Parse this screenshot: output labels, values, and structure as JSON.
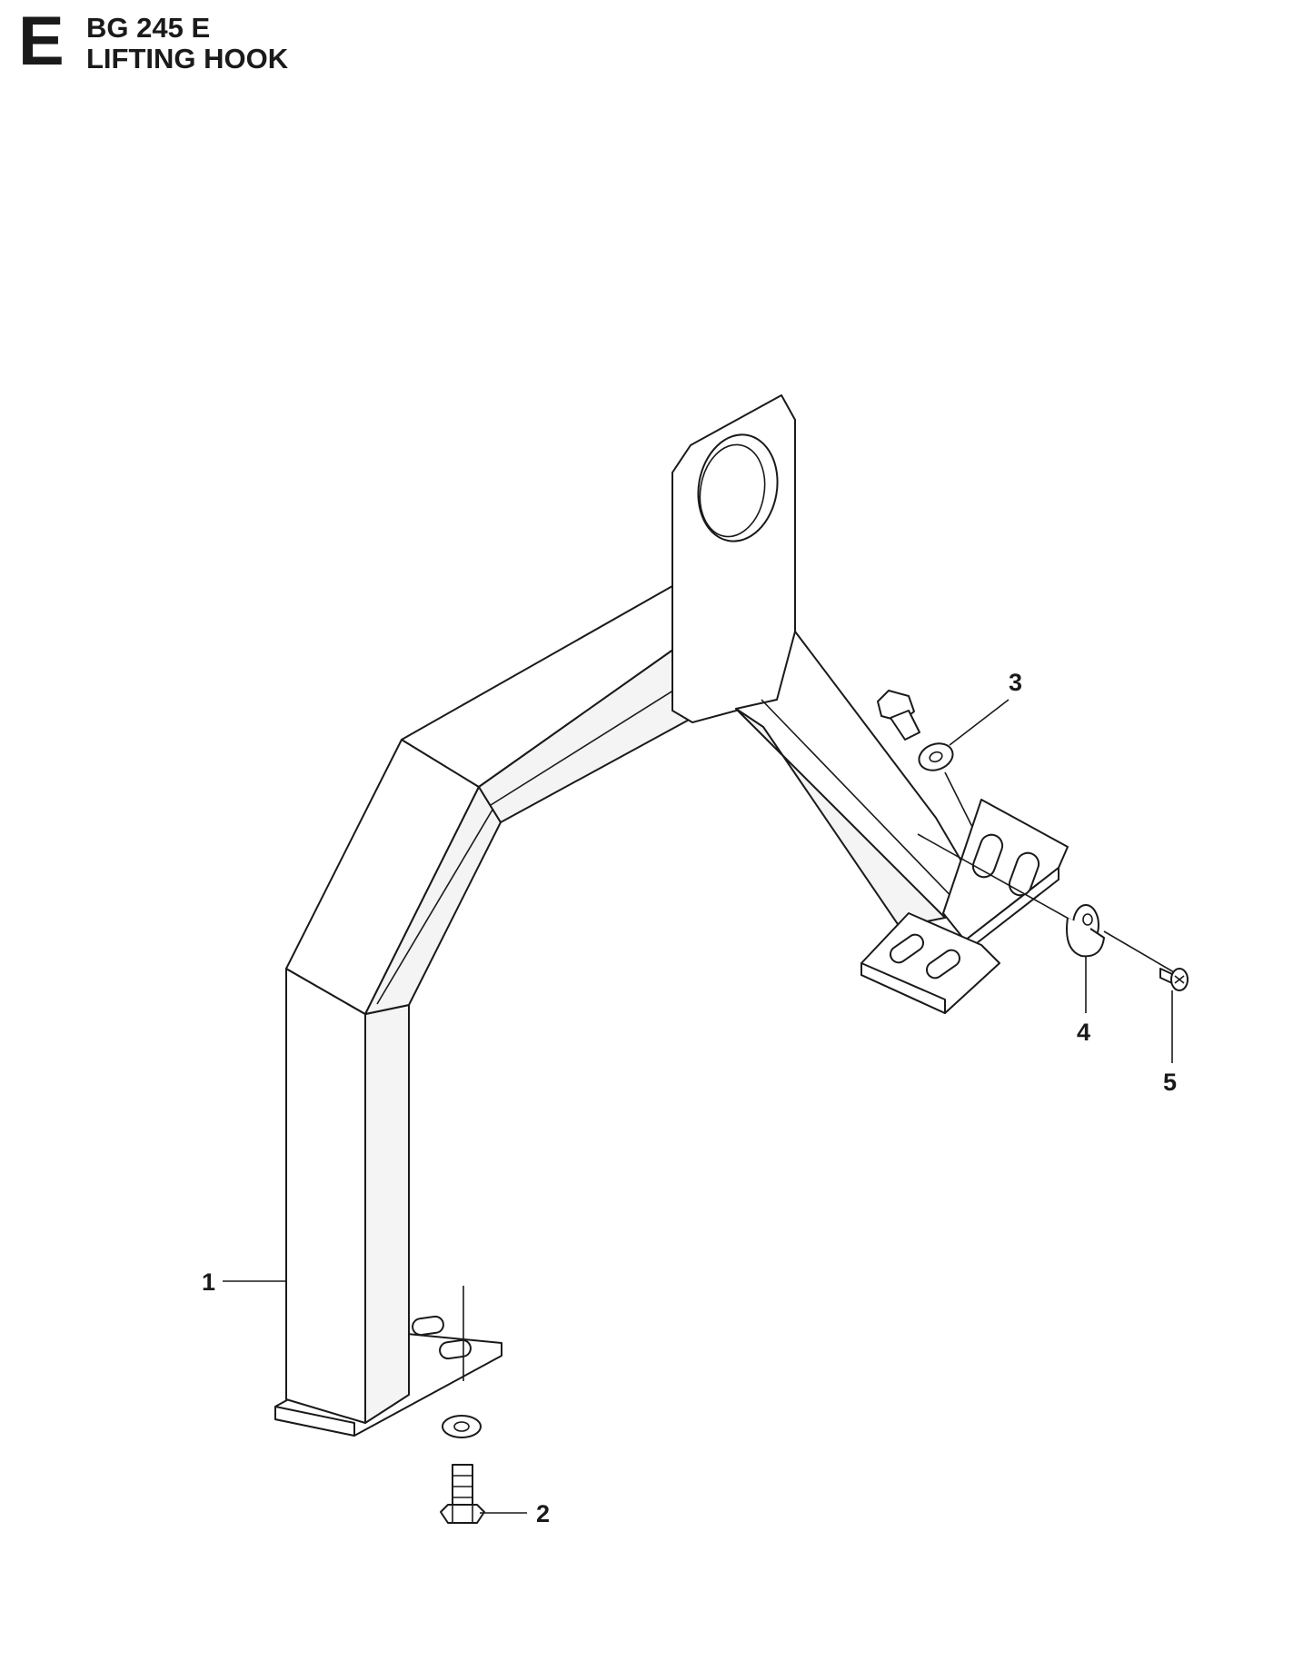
{
  "header": {
    "section_letter": "E",
    "model": "BG 245 E",
    "title": "LIFTING HOOK"
  },
  "callouts": [
    {
      "id": "1"
    },
    {
      "id": "2"
    },
    {
      "id": "3"
    },
    {
      "id": "4"
    },
    {
      "id": "5"
    }
  ]
}
